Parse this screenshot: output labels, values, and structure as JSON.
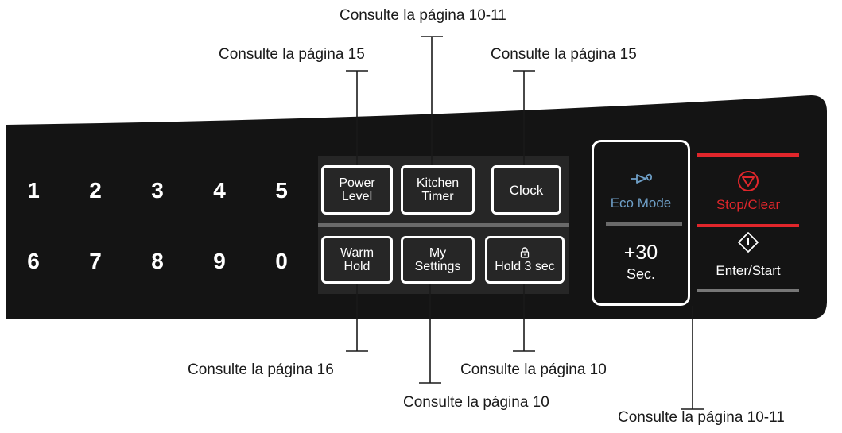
{
  "callouts": {
    "kitchen_timer_ref": "Consulte la página 10-11",
    "power_level_ref": "Consulte la página 15",
    "clock_ref": "Consulte la página 15",
    "warm_hold_ref": "Consulte la página 16",
    "child_lock_ref": "Consulte la página 10",
    "my_settings_ref": "Consulte la página 10",
    "eco_mode_ref": "Consulte la página 10-11"
  },
  "number_pad": {
    "row1": [
      "1",
      "2",
      "3",
      "4",
      "5"
    ],
    "row2": [
      "6",
      "7",
      "8",
      "9",
      "0"
    ]
  },
  "function_buttons": {
    "power_level": [
      "Power",
      "Level"
    ],
    "kitchen_timer": [
      "Kitchen",
      "Timer"
    ],
    "clock": "Clock",
    "warm_hold": [
      "Warm",
      "Hold"
    ],
    "my_settings": [
      "My",
      "Settings"
    ],
    "hold_3_sec": "Hold 3 sec"
  },
  "eco": {
    "eco_mode": "Eco Mode",
    "plus30": "+30",
    "sec": "Sec."
  },
  "control": {
    "stop_clear": "Stop/Clear",
    "enter_start": "Enter/Start"
  },
  "colors": {
    "panel": "#141414",
    "accent_red": "#e0262b",
    "eco_blue": "#6fa0c8"
  },
  "icons": [
    "lock-icon",
    "eco-leaf-icon",
    "stop-icon",
    "start-icon"
  ]
}
